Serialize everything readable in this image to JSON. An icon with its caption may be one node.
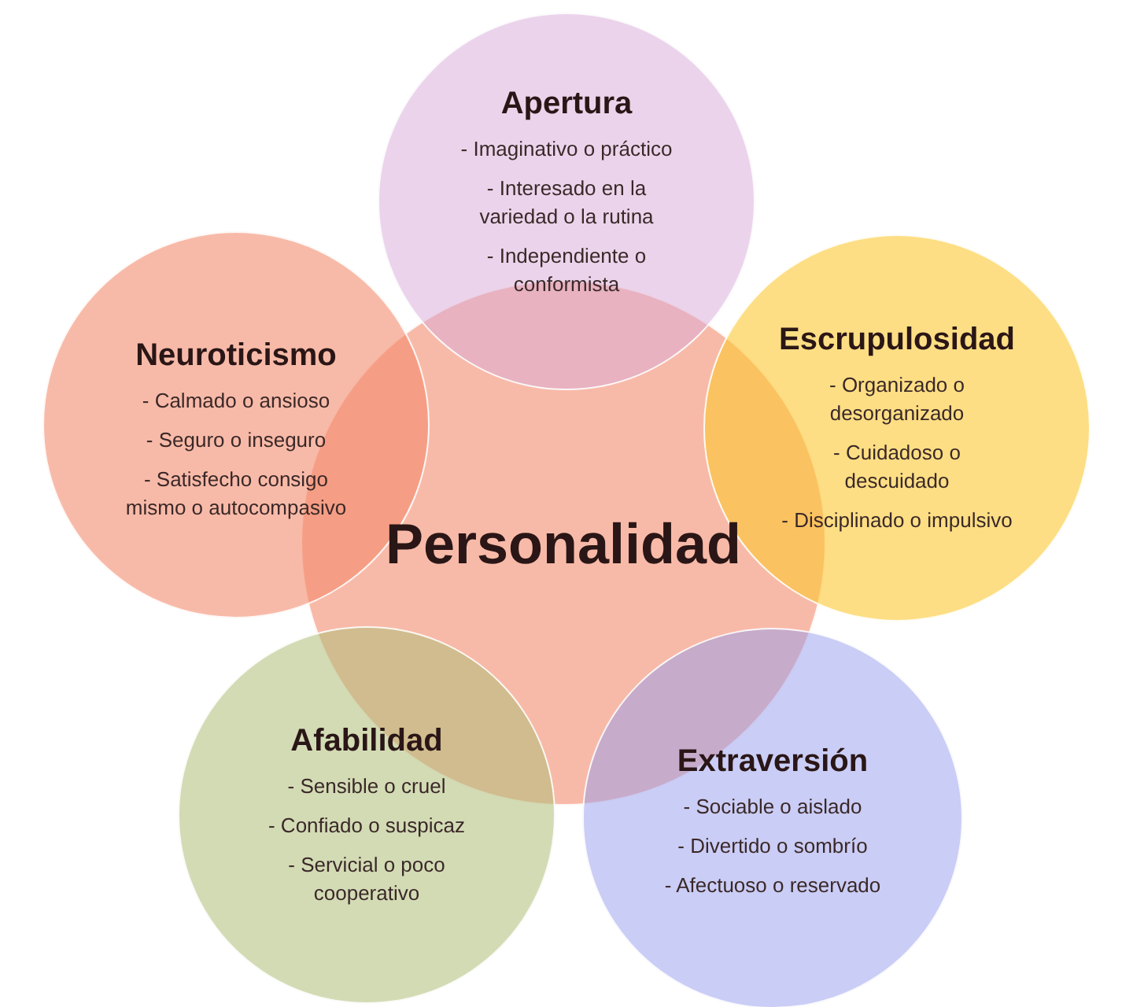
{
  "diagram": {
    "nodes": [
      {
        "text": [
          "Apertura",
          "- Imaginativo o práctico",
          "- Interesado en la variedad o la rutina",
          "- Independiente o conformista"
        ]
      },
      {
        "text": [
          "Neuroticismo",
          "- Calmado o ansioso",
          "- Seguro o inseguro",
          "- Satisfecho consigo mismo o autocompasivo"
        ]
      },
      {
        "text": [
          "Escrupulosidad",
          "- Organizado o desorganizado",
          "- Cuidadoso o descuidado",
          "- Disciplinado o impulsivo"
        ]
      },
      {
        "text": [
          "Personalidad"
        ]
      },
      {
        "text": [
          "Afabilidad",
          "- Sensible o cruel",
          "- Confiado o suspicaz",
          "- Servicial o poco cooperativo"
        ]
      },
      {
        "text": [
          "Extraversión",
          "- Sociable o aislado",
          "- Divertido o sombrío",
          "- Afectuoso o reservado"
        ]
      }
    ]
  }
}
